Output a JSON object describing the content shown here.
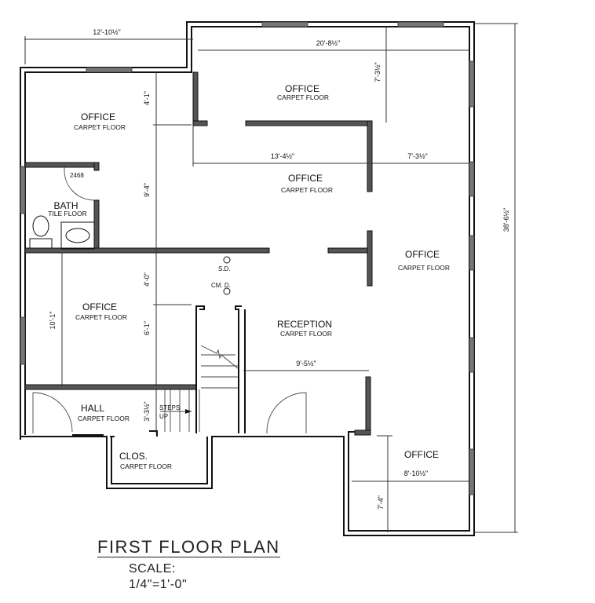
{
  "title": "FIRST FLOOR PLAN",
  "scale": {
    "label": "SCALE:",
    "value": "1/4\"=1'-0\""
  },
  "rooms": [
    {
      "id": "office-nw",
      "name": "OFFICE",
      "floor": "CARPET FLOOR"
    },
    {
      "id": "office-ne",
      "name": "OFFICE",
      "floor": "CARPET FLOOR"
    },
    {
      "id": "office-center",
      "name": "OFFICE",
      "floor": "CARPET FLOOR"
    },
    {
      "id": "bath",
      "name": "BATH",
      "floor": "TILE FLOOR"
    },
    {
      "id": "office-east",
      "name": "OFFICE",
      "floor": "CARPET FLOOR"
    },
    {
      "id": "office-west",
      "name": "OFFICE",
      "floor": "CARPET FLOOR"
    },
    {
      "id": "reception",
      "name": "RECEPTION",
      "floor": "CARPET FLOOR"
    },
    {
      "id": "hall",
      "name": "HALL",
      "floor": "CARPET FLOOR"
    },
    {
      "id": "closet",
      "name": "CLOS.",
      "floor": "CARPET FLOOR"
    },
    {
      "id": "office-se",
      "name": "OFFICE",
      "floor": ""
    }
  ],
  "dimensions": {
    "top_left_width": "12'-10½\"",
    "top_right_width": "20'-8½\"",
    "ne_office_depth": "7'-3½\"",
    "nw_office_depth": "4'-1\"",
    "center_office_width": "13'-4½\"",
    "east_gap_width": "7'-3½\"",
    "west_corridor_height": "9'-4\"",
    "corridor_height": "4'-0\"",
    "west_office_height": "10'-1\"",
    "stair_height": "6'-1\"",
    "reception_width": "9'-5½\"",
    "hall_depth": "3'-3½\"",
    "se_office_width": "8'-10½\"",
    "se_office_depth": "7'-4\"",
    "overall_depth": "38'-6½\""
  },
  "annotations": {
    "door_tag": "2468",
    "smoke_detector": "S.D.",
    "co_detector": "CM. D.",
    "steps_label_1": "STEPS",
    "steps_label_2": "UP"
  }
}
